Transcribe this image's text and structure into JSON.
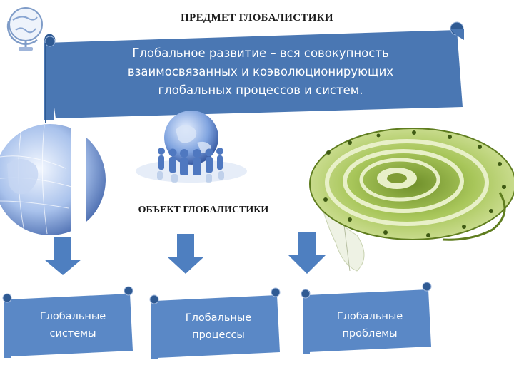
{
  "header": {
    "title": "ПРЕДМЕТ ГЛОБАЛИСТИКИ"
  },
  "definition": {
    "lines": [
      "Глобальное развитие – вся совокупность",
      "взаимосвязанных и коэволюционирующих",
      "глобальных процессов и систем."
    ]
  },
  "object": {
    "title": "ОБЪЕКТ ГЛОБАЛИСТИКИ"
  },
  "boxes": [
    {
      "line1": "Глобальные",
      "line2": "системы"
    },
    {
      "line1": "Глобальные",
      "line2": "процессы"
    },
    {
      "line1": "Глобальные",
      "line2": "проблемы"
    }
  ],
  "colors": {
    "scroll_fill": "#4a77b3",
    "scroll_curl": "#2f5a93",
    "arrow_fill": "#4e7fc0",
    "spiral_green": "#9fbe52"
  },
  "icons": [
    "globe-on-stand-icon",
    "earth-globe-image",
    "people-around-globe-image",
    "evolution-spiral-image"
  ]
}
